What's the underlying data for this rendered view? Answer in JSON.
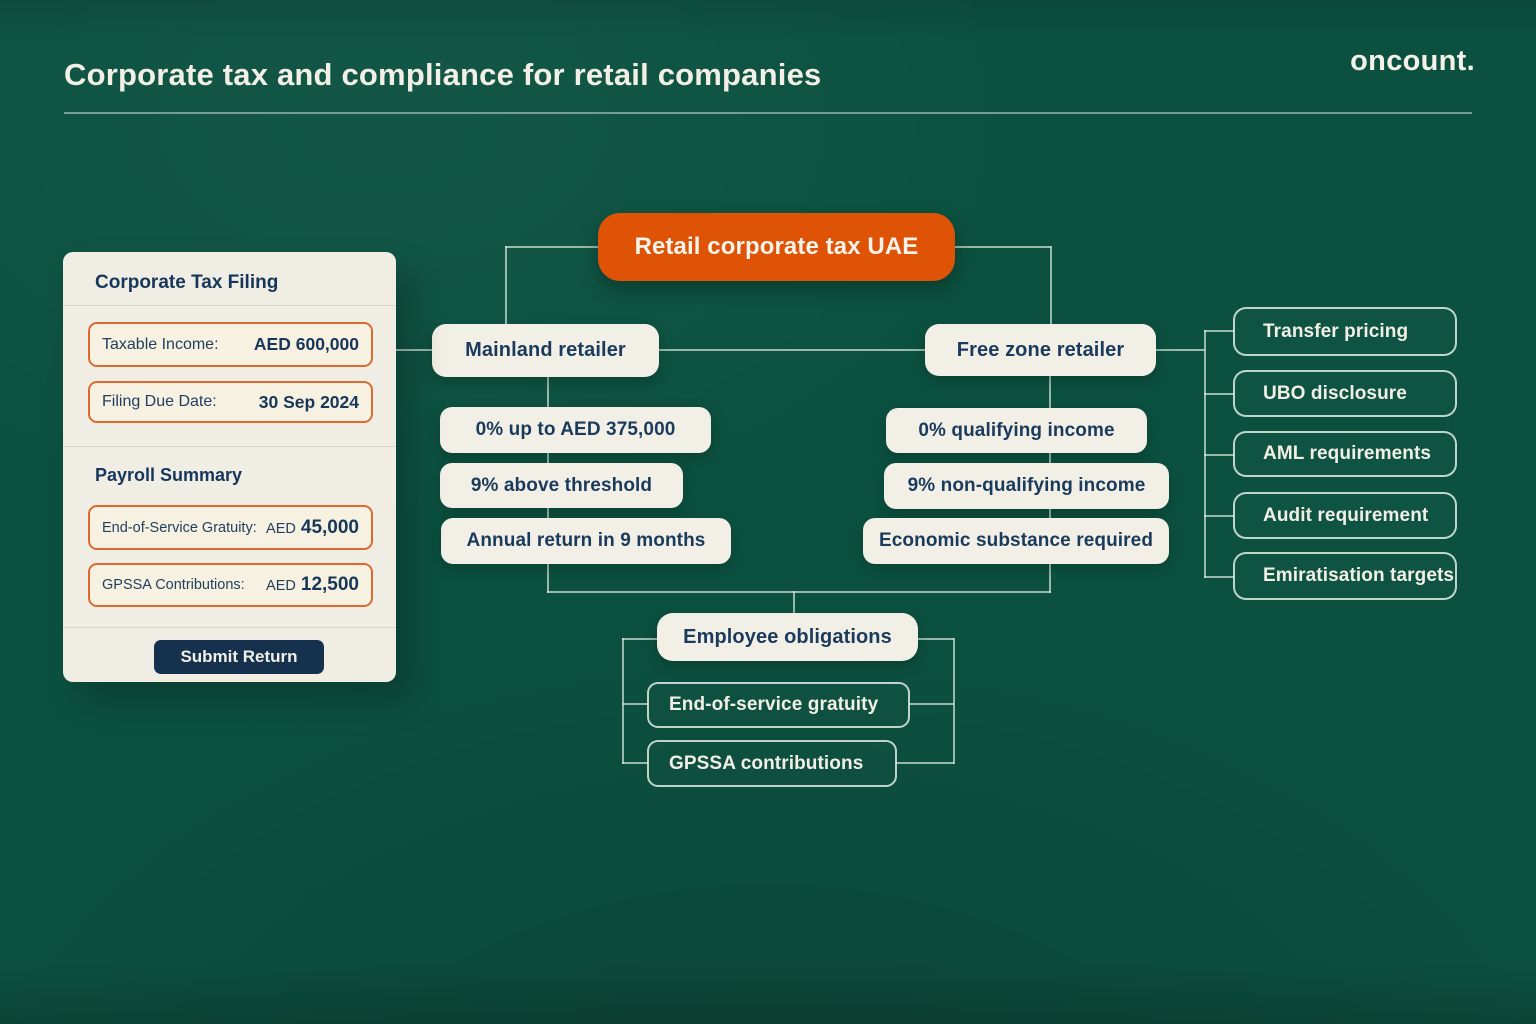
{
  "header": {
    "title": "Corporate tax and compliance for retail companies",
    "logo": "oncount."
  },
  "panel": {
    "title": "Corporate Tax Filing",
    "fields": [
      {
        "label": "Taxable Income:",
        "value": "AED 600,000"
      },
      {
        "label": "Filing Due Date:",
        "value": "30 Sep 2024"
      }
    ],
    "payroll_title": "Payroll Summary",
    "payroll_fields": [
      {
        "label": "End-of-Service Gratuity:",
        "currency": "AED",
        "amount": "45,000"
      },
      {
        "label": "GPSSA Contributions:",
        "currency": "AED",
        "amount": "12,500"
      }
    ],
    "submit_label": "Submit Return"
  },
  "flow": {
    "root": "Retail corporate tax UAE",
    "mainland": {
      "title": "Mainland retailer",
      "items": [
        "0% up to AED 375,000",
        "9% above threshold",
        "Annual return in 9 months"
      ]
    },
    "freezone": {
      "title": "Free zone retailer",
      "items": [
        "0% qualifying income",
        "9% non-qualifying income",
        "Economic substance required"
      ]
    },
    "employee": {
      "title": "Employee obligations",
      "items": [
        "End-of-service gratuity",
        "GPSSA contributions"
      ]
    },
    "compliance": [
      "Transfer pricing",
      "UBO disclosure",
      "AML requirements",
      "Audit requirement",
      "Emiratisation targets"
    ]
  },
  "colors": {
    "background": "#0C5140",
    "accent_orange": "#DF5307",
    "card_cream": "#F2EFE6",
    "navy_text": "#1B3B5D",
    "field_border_orange": "#DC6A30",
    "button_navy": "#15314D",
    "connector": "#D8E6DD"
  }
}
